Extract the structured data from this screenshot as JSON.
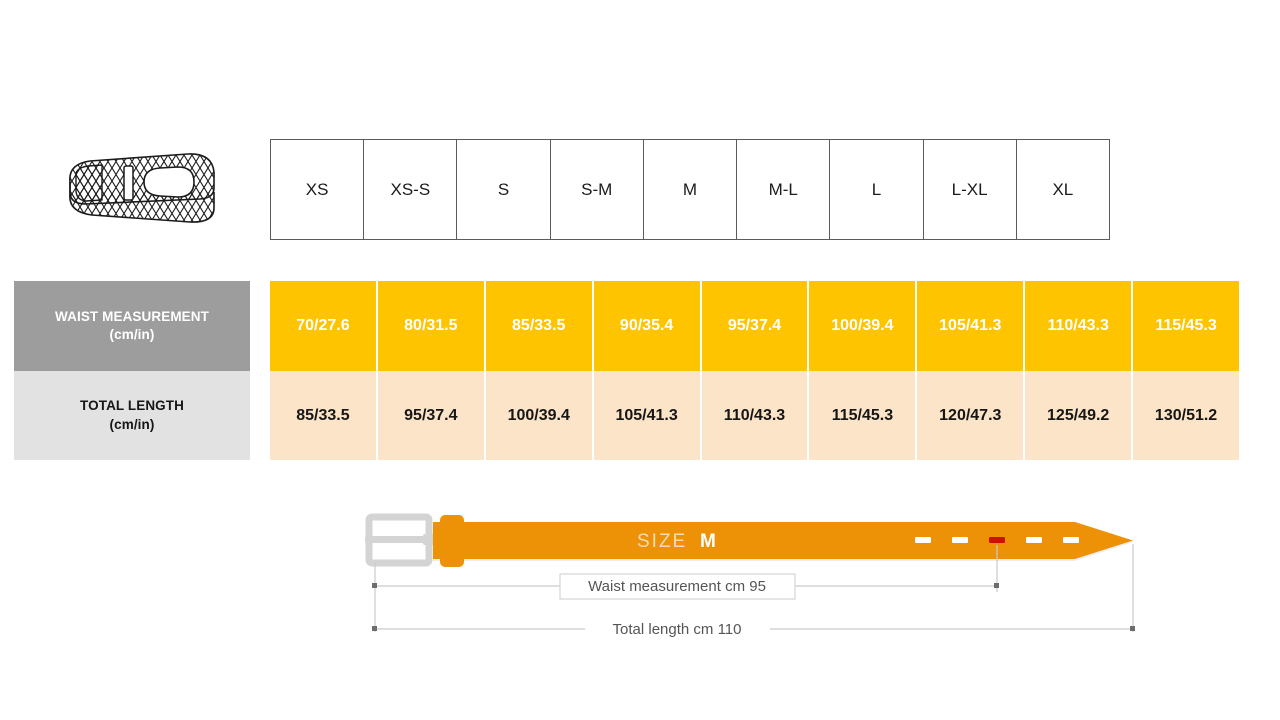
{
  "product": {
    "icon_name": "braided-belt-illustration"
  },
  "size_table": {
    "sizes": [
      "XS",
      "XS-S",
      "S",
      "S-M",
      "M",
      "M-L",
      "L",
      "L-XL",
      "XL"
    ],
    "rows": [
      {
        "label": "WAIST MEASUREMENT",
        "unit": "(cm/in)",
        "values": [
          "70/27.6",
          "80/31.5",
          "85/33.5",
          "90/35.4",
          "95/37.4",
          "100/39.4",
          "105/41.3",
          "110/43.3",
          "115/45.3"
        ]
      },
      {
        "label": "TOTAL LENGTH",
        "unit": "(cm/in)",
        "values": [
          "85/33.5",
          "95/37.4",
          "100/39.4",
          "105/41.3",
          "110/43.3",
          "115/45.3",
          "120/47.3",
          "125/49.2",
          "130/51.2"
        ]
      }
    ]
  },
  "diagram": {
    "size_caption_label": "SIZE",
    "size_caption_value": "M",
    "waist_label": "Waist measurement cm 95",
    "total_label": "Total length cm 110",
    "holes_total": 5,
    "active_hole_index": 2
  },
  "colors": {
    "waist_fill": "#FFC400",
    "total_fill": "#FCE4C8",
    "waist_label_bg": "#9D9D9D",
    "total_label_bg": "#E2E2E2",
    "belt_orange": "#ED9206",
    "belt_buckle": "#E2E2E2",
    "active_hole": "#CC1100",
    "header_border": "#5B5B5B"
  }
}
